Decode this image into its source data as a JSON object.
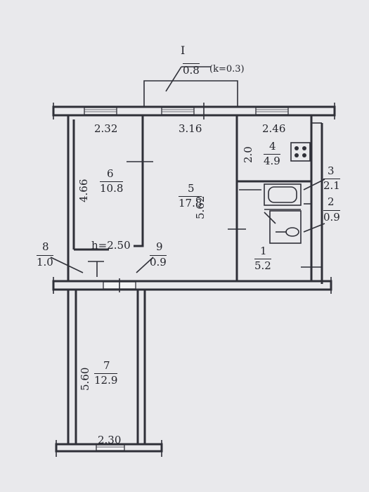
{
  "balcony": {
    "label": "I",
    "area": "0.8",
    "coefficient": "(k=0.3)"
  },
  "height_note": "h=2.50",
  "rooms": [
    {
      "number": "1",
      "area": "5.2"
    },
    {
      "number": "2",
      "area": "0.9"
    },
    {
      "number": "3",
      "area": "2.1"
    },
    {
      "number": "4",
      "area": "4.9"
    },
    {
      "number": "5",
      "area": "17.8"
    },
    {
      "number": "6",
      "area": "10.8"
    },
    {
      "number": "7",
      "area": "12.9"
    },
    {
      "number": "8",
      "area": "1.0"
    },
    {
      "number": "9",
      "area": "0.9"
    }
  ],
  "dimensions": {
    "room6_width": "2.32",
    "room5_width": "3.16",
    "room4_width": "2.46",
    "room6_length": "4.66",
    "room5_length": "5.62",
    "room4_length": "2.0",
    "room7_length": "5.60",
    "room7_width": "2.30"
  }
}
